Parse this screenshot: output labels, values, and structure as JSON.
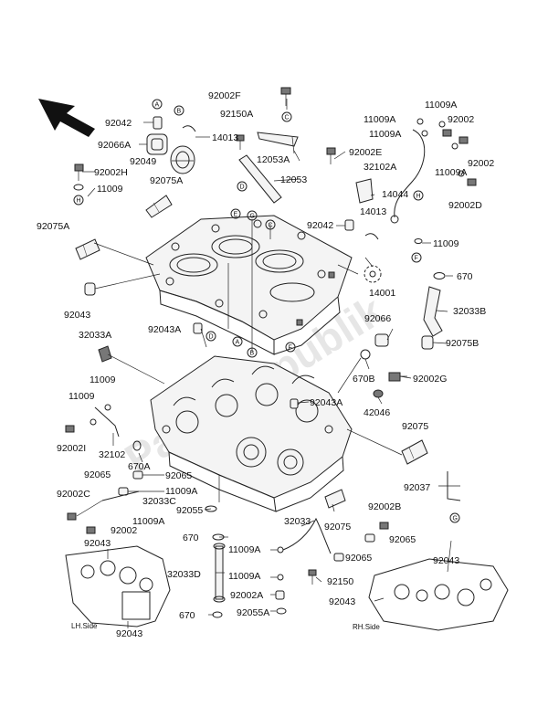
{
  "part_labels": [
    "92002F",
    "92150A",
    "11009A",
    "11009A",
    "92002",
    "11009A",
    "92002",
    "92042",
    "14013",
    "92066A",
    "92049",
    "12053A",
    "12053",
    "32102A",
    "11009A",
    "92002E",
    "92002H",
    "11009",
    "92075A",
    "14044",
    "92002D",
    "92075A",
    "92042",
    "14013",
    "11009",
    "670",
    "14001",
    "92043",
    "32033A",
    "32033B",
    "92043A",
    "92066",
    "92075B",
    "11009",
    "670B",
    "92002G",
    "11009",
    "92043A",
    "42046",
    "92002I",
    "32102",
    "92075",
    "670A",
    "92065",
    "92065",
    "11009A",
    "92037",
    "92002C",
    "32033C",
    "11009A",
    "92055",
    "92002B",
    "92002",
    "32033",
    "92075",
    "670",
    "11009A",
    "92065",
    "92065",
    "92043",
    "32033D",
    "11009A",
    "92043",
    "92002A",
    "92150",
    "670",
    "92055A",
    "92043",
    "92043"
  ],
  "ref_marks": [
    "A",
    "B",
    "C",
    "D",
    "E",
    "F",
    "G",
    "H"
  ],
  "side_labels": {
    "left": "LH.Side",
    "right": "RH.Side"
  },
  "watermark": "Parts Republik"
}
